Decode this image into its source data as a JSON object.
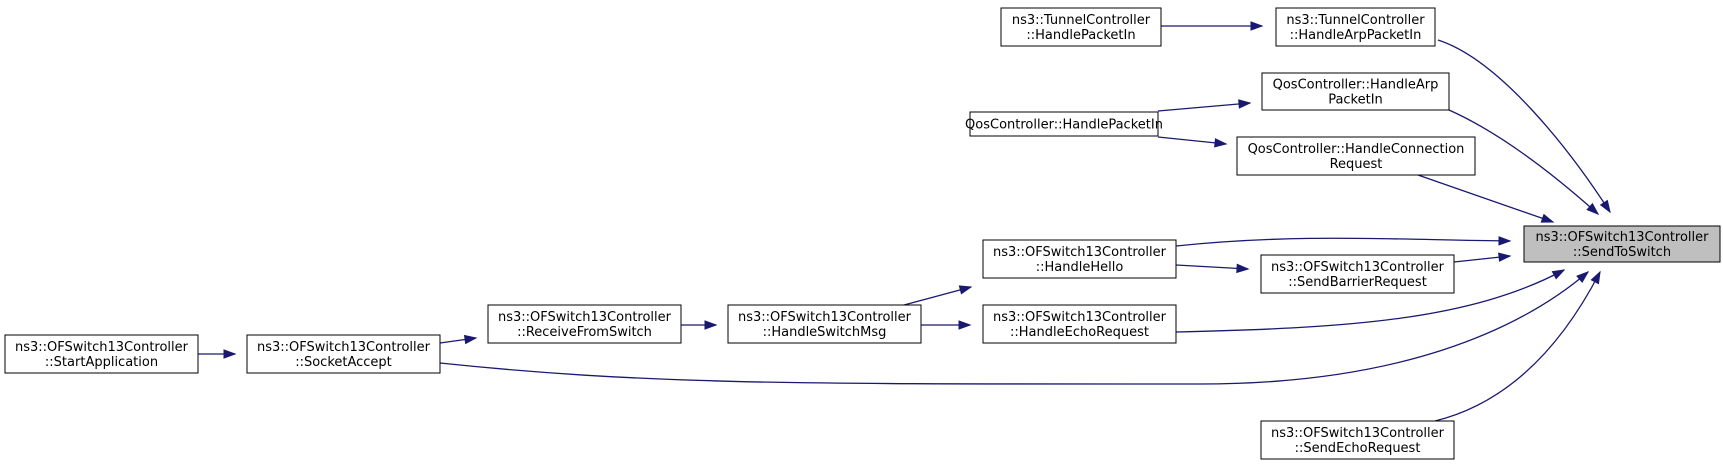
{
  "diagram": {
    "type": "caller-graph",
    "nodes": {
      "send_to_switch": {
        "lines": [
          "ns3::OFSwitch13Controller",
          "::SendToSwitch"
        ],
        "highlighted": true
      },
      "tunnel_handle_arp": {
        "lines": [
          "ns3::TunnelController",
          "::HandleArpPacketIn"
        ]
      },
      "tunnel_handle_packet": {
        "lines": [
          "ns3::TunnelController",
          "::HandlePacketIn"
        ]
      },
      "qos_handle_arp": {
        "lines": [
          "QosController::HandleArp",
          "PacketIn"
        ]
      },
      "qos_handle_packet": {
        "lines": [
          "QosController::HandlePacketIn"
        ]
      },
      "qos_handle_conn": {
        "lines": [
          "QosController::HandleConnection",
          "Request"
        ]
      },
      "handle_hello": {
        "lines": [
          "ns3::OFSwitch13Controller",
          "::HandleHello"
        ]
      },
      "send_barrier": {
        "lines": [
          "ns3::OFSwitch13Controller",
          "::SendBarrierRequest"
        ]
      },
      "handle_echo_req": {
        "lines": [
          "ns3::OFSwitch13Controller",
          "::HandleEchoRequest"
        ]
      },
      "handle_switch_msg": {
        "lines": [
          "ns3::OFSwitch13Controller",
          "::HandleSwitchMsg"
        ]
      },
      "receive_from_switch": {
        "lines": [
          "ns3::OFSwitch13Controller",
          "::ReceiveFromSwitch"
        ]
      },
      "socket_accept": {
        "lines": [
          "ns3::OFSwitch13Controller",
          "::SocketAccept"
        ]
      },
      "start_application": {
        "lines": [
          "ns3::OFSwitch13Controller",
          "::StartApplication"
        ]
      },
      "send_echo_req": {
        "lines": [
          "ns3::OFSwitch13Controller",
          "::SendEchoRequest"
        ]
      }
    },
    "edges": [
      {
        "from": "tunnel_handle_packet",
        "to": "tunnel_handle_arp"
      },
      {
        "from": "tunnel_handle_arp",
        "to": "send_to_switch"
      },
      {
        "from": "qos_handle_packet",
        "to": "qos_handle_arp"
      },
      {
        "from": "qos_handle_packet",
        "to": "qos_handle_conn"
      },
      {
        "from": "qos_handle_arp",
        "to": "send_to_switch"
      },
      {
        "from": "qos_handle_conn",
        "to": "send_to_switch"
      },
      {
        "from": "handle_hello",
        "to": "send_to_switch"
      },
      {
        "from": "handle_hello",
        "to": "send_barrier"
      },
      {
        "from": "send_barrier",
        "to": "send_to_switch"
      },
      {
        "from": "handle_echo_req",
        "to": "send_to_switch"
      },
      {
        "from": "handle_switch_msg",
        "to": "handle_hello"
      },
      {
        "from": "handle_switch_msg",
        "to": "handle_echo_req"
      },
      {
        "from": "receive_from_switch",
        "to": "handle_switch_msg"
      },
      {
        "from": "socket_accept",
        "to": "receive_from_switch"
      },
      {
        "from": "socket_accept",
        "to": "send_to_switch"
      },
      {
        "from": "start_application",
        "to": "socket_accept"
      },
      {
        "from": "send_echo_req",
        "to": "send_to_switch"
      }
    ],
    "colors": {
      "edge": "#191970",
      "root_fill": "#bfbfbf",
      "node_fill": "#ffffff",
      "border": "#000000"
    }
  }
}
